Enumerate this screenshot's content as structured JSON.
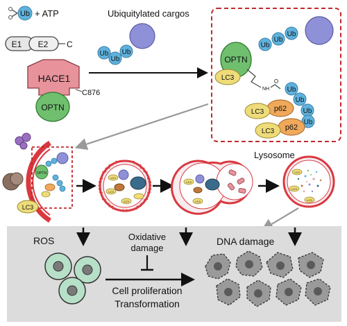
{
  "legend": {
    "ub": "Ub",
    "plus_atp": "+ ATP",
    "e1": "E1",
    "e2": "E2",
    "c": "C"
  },
  "hace1": {
    "label": "HACE1",
    "residue": "C876",
    "optn": "OPTN"
  },
  "cargos_label": "Ubiquitylated cargos",
  "inset": {
    "optn": "OPTN",
    "lc3": "LC3",
    "p62": "p62",
    "ub": "Ub",
    "nh": "NH"
  },
  "lysosome_label": "Lysosome",
  "mini": {
    "lc3": "LC3",
    "optn": "OPTN"
  },
  "bottom": {
    "ros": "ROS",
    "oxidative_line1": "Oxidative",
    "oxidative_line2": "damage",
    "dna_damage": "DNA damage",
    "cell_prolif": "Cell proliferation",
    "transformation": "Transformation"
  },
  "colors": {
    "ub": "#5fb2dd",
    "cargo": "#8f91d8",
    "optn": "#6fbf6f",
    "hace1": "#e8939c",
    "lc3": "#eedc7a",
    "p62": "#f0a85a",
    "inset_border": "#c0282e",
    "membrane": "#d9383f",
    "panel_bg": "#dcdcdc"
  }
}
